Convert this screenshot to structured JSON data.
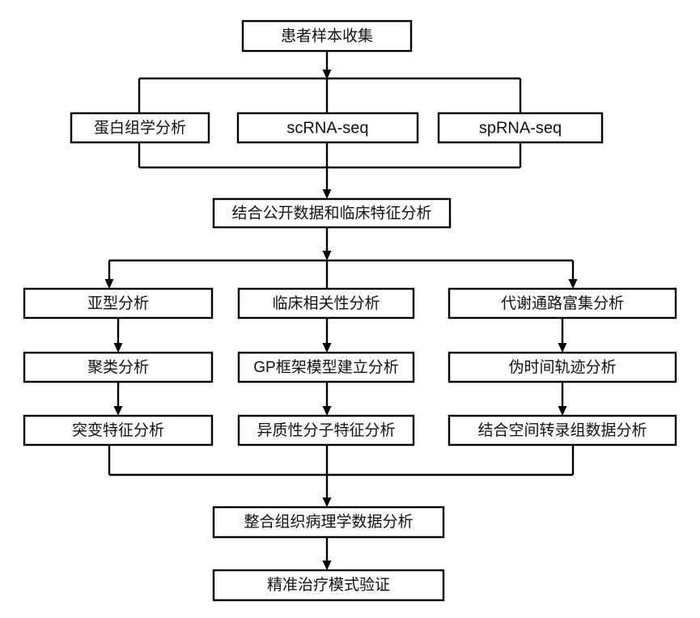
{
  "diagram": {
    "title": "",
    "type": "flowchart",
    "orientation": "top-to-bottom",
    "style": {
      "box_fill": "#ffffff",
      "box_stroke": "#000000",
      "connector_color": "#000000",
      "background": "#ffffff",
      "text_color": "#111111"
    },
    "nodes": [
      {
        "id": "n1",
        "label": "患者样本收集",
        "row": 1,
        "column": "center",
        "script": "cjk"
      },
      {
        "id": "n2",
        "label": "蛋白组学分析",
        "row": 2,
        "column": "left",
        "script": "cjk"
      },
      {
        "id": "n3",
        "label": "scRNA-seq",
        "row": 2,
        "column": "center",
        "script": "latin"
      },
      {
        "id": "n4",
        "label": "spRNA-seq",
        "row": 2,
        "column": "right",
        "script": "latin"
      },
      {
        "id": "n5",
        "label": "结合公开数据和临床特征分析",
        "row": 3,
        "column": "center",
        "script": "cjk"
      },
      {
        "id": "n6",
        "label": "亚型分析",
        "row": 4,
        "column": "left",
        "script": "cjk"
      },
      {
        "id": "n7",
        "label": "临床相关性分析",
        "row": 4,
        "column": "center",
        "script": "cjk"
      },
      {
        "id": "n8",
        "label": "代谢通路富集分析",
        "row": 4,
        "column": "right",
        "script": "cjk"
      },
      {
        "id": "n9",
        "label": "聚类分析",
        "row": 5,
        "column": "left",
        "script": "cjk"
      },
      {
        "id": "n10",
        "label": "GP框架模型建立分析",
        "row": 5,
        "column": "center",
        "script": "cjk"
      },
      {
        "id": "n11",
        "label": "伪时间轨迹分析",
        "row": 5,
        "column": "right",
        "script": "cjk"
      },
      {
        "id": "n12",
        "label": "突变特征分析",
        "row": 6,
        "column": "left",
        "script": "cjk"
      },
      {
        "id": "n13",
        "label": "异质性分子特征分析",
        "row": 6,
        "column": "center",
        "script": "cjk"
      },
      {
        "id": "n14",
        "label": "结合空间转录组数据分析",
        "row": 6,
        "column": "right",
        "script": "cjk"
      },
      {
        "id": "n15",
        "label": "整合组织病理学数据分析",
        "row": 7,
        "column": "center",
        "script": "cjk"
      },
      {
        "id": "n16",
        "label": "精准治疗模式验证",
        "row": 8,
        "column": "center",
        "script": "cjk"
      }
    ],
    "edges": [
      {
        "from": "n1",
        "to": "n2",
        "kind": "split"
      },
      {
        "from": "n1",
        "to": "n3",
        "kind": "split"
      },
      {
        "from": "n1",
        "to": "n4",
        "kind": "split"
      },
      {
        "from": "n2",
        "to": "n5",
        "kind": "merge"
      },
      {
        "from": "n3",
        "to": "n5",
        "kind": "merge"
      },
      {
        "from": "n4",
        "to": "n5",
        "kind": "merge"
      },
      {
        "from": "n5",
        "to": "n6",
        "kind": "split"
      },
      {
        "from": "n5",
        "to": "n7",
        "kind": "split"
      },
      {
        "from": "n5",
        "to": "n8",
        "kind": "split"
      },
      {
        "from": "n6",
        "to": "n9",
        "kind": "direct"
      },
      {
        "from": "n7",
        "to": "n10",
        "kind": "direct"
      },
      {
        "from": "n8",
        "to": "n11",
        "kind": "direct"
      },
      {
        "from": "n9",
        "to": "n12",
        "kind": "direct"
      },
      {
        "from": "n10",
        "to": "n13",
        "kind": "direct"
      },
      {
        "from": "n11",
        "to": "n14",
        "kind": "direct"
      },
      {
        "from": "n12",
        "to": "n15",
        "kind": "merge"
      },
      {
        "from": "n13",
        "to": "n15",
        "kind": "merge"
      },
      {
        "from": "n14",
        "to": "n15",
        "kind": "merge"
      },
      {
        "from": "n15",
        "to": "n16",
        "kind": "direct"
      }
    ]
  }
}
